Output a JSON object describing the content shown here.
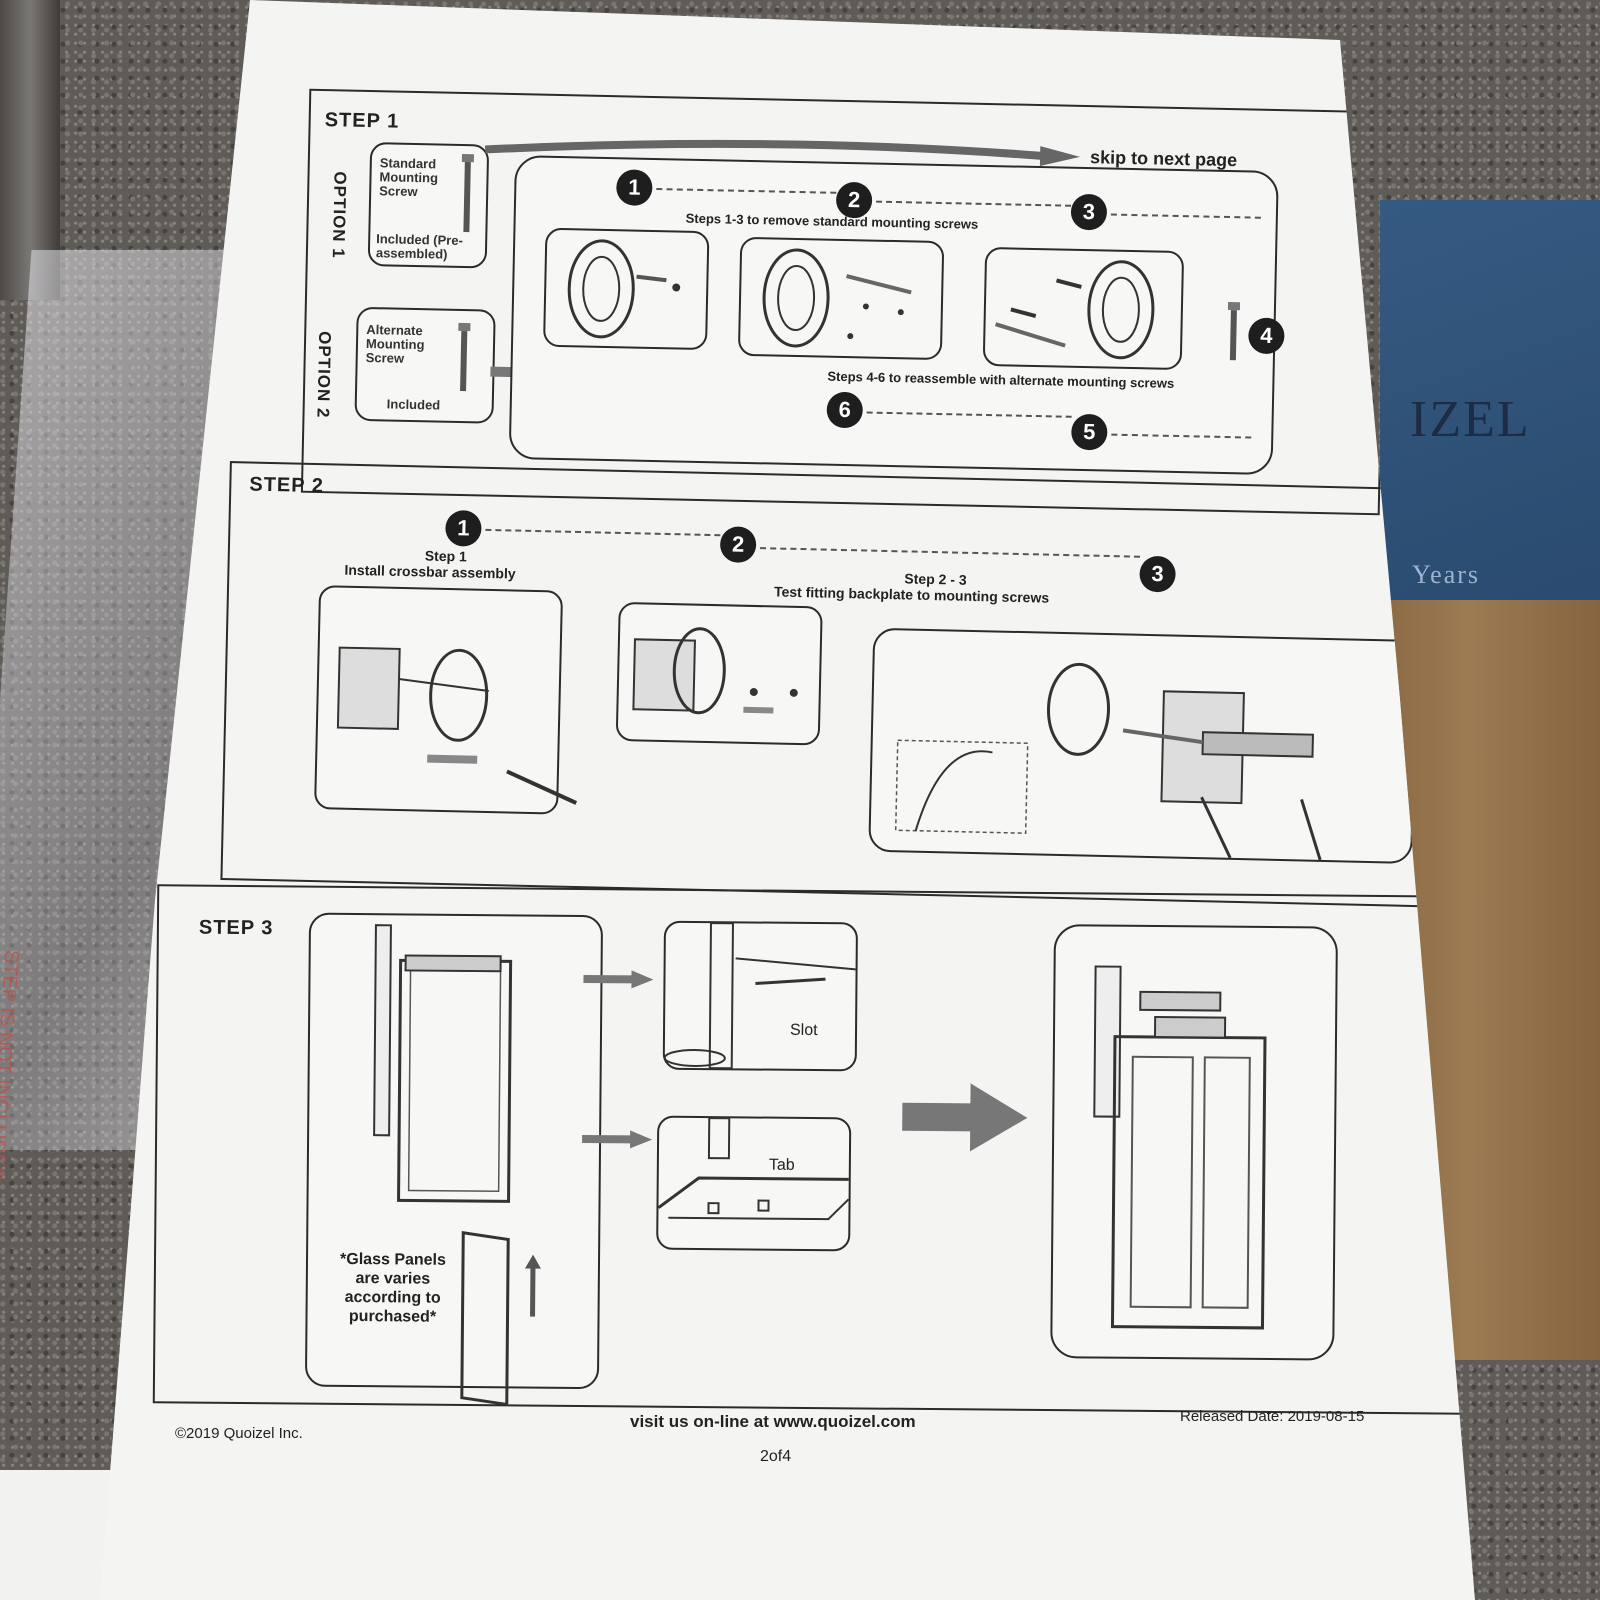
{
  "background": {
    "brand_fragment": "IZEL",
    "brand_years": "Years",
    "plastic_print": "STEP IS NOT INCLUDED"
  },
  "sheet": {
    "step1": {
      "label": "STEP 1",
      "skip_text": "skip to next page",
      "option1": {
        "label": "OPTION 1",
        "screw_label": "Standard Mounting Screw",
        "included": "Included (Pre-assembled)"
      },
      "option2": {
        "label": "OPTION 2",
        "screw_label": "Alternate Mounting Screw",
        "included": "Included"
      },
      "steps_remove": "Steps 1-3 to remove standard mounting screws",
      "steps_reassemble": "Steps 4-6 to reassemble with alternate mounting screws",
      "numbers": [
        "1",
        "2",
        "3",
        "4",
        "5",
        "6"
      ]
    },
    "step2": {
      "label": "STEP 2",
      "numbers": [
        "1",
        "2",
        "3"
      ],
      "sub1_title": "Step 1",
      "sub1_text": "Install crossbar assembly",
      "sub2_title": "Step 2 - 3",
      "sub2_text": "Test fitting backplate to mounting screws"
    },
    "step3": {
      "label": "STEP 3",
      "slot_label": "Slot",
      "tab_label": "Tab",
      "glass_note": "*Glass Panels are varies according to purchased*"
    },
    "footer": {
      "copyright": "©2019 Quoizel Inc.",
      "website": "visit us on-line at www.quoizel.com",
      "released": "Released Date: 2019-08-15",
      "page": "2of4"
    }
  }
}
